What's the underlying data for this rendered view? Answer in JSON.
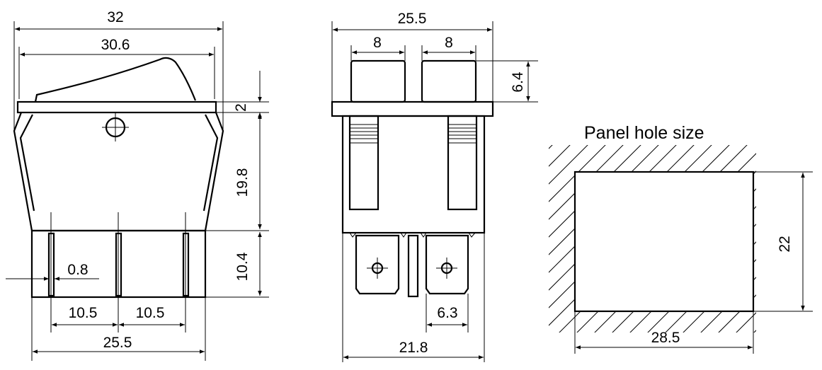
{
  "labels": {
    "panel_title": "Panel hole size",
    "side_width": "32",
    "side_body_width": "30.6",
    "side_flange": "2",
    "side_body_height": "19.8",
    "side_terminal_height": "10.4",
    "side_terminal_thickness": "0.8",
    "side_pitch_left": "10.5",
    "side_pitch_right": "10.5",
    "side_base_width": "25.5",
    "front_width": "25.5",
    "front_rocker_left": "8",
    "front_rocker_right": "8",
    "front_rocker_height": "6.4",
    "front_terminal_width": "6.3",
    "front_base_width": "21.8",
    "panel_height": "22",
    "panel_width": "28.5"
  }
}
